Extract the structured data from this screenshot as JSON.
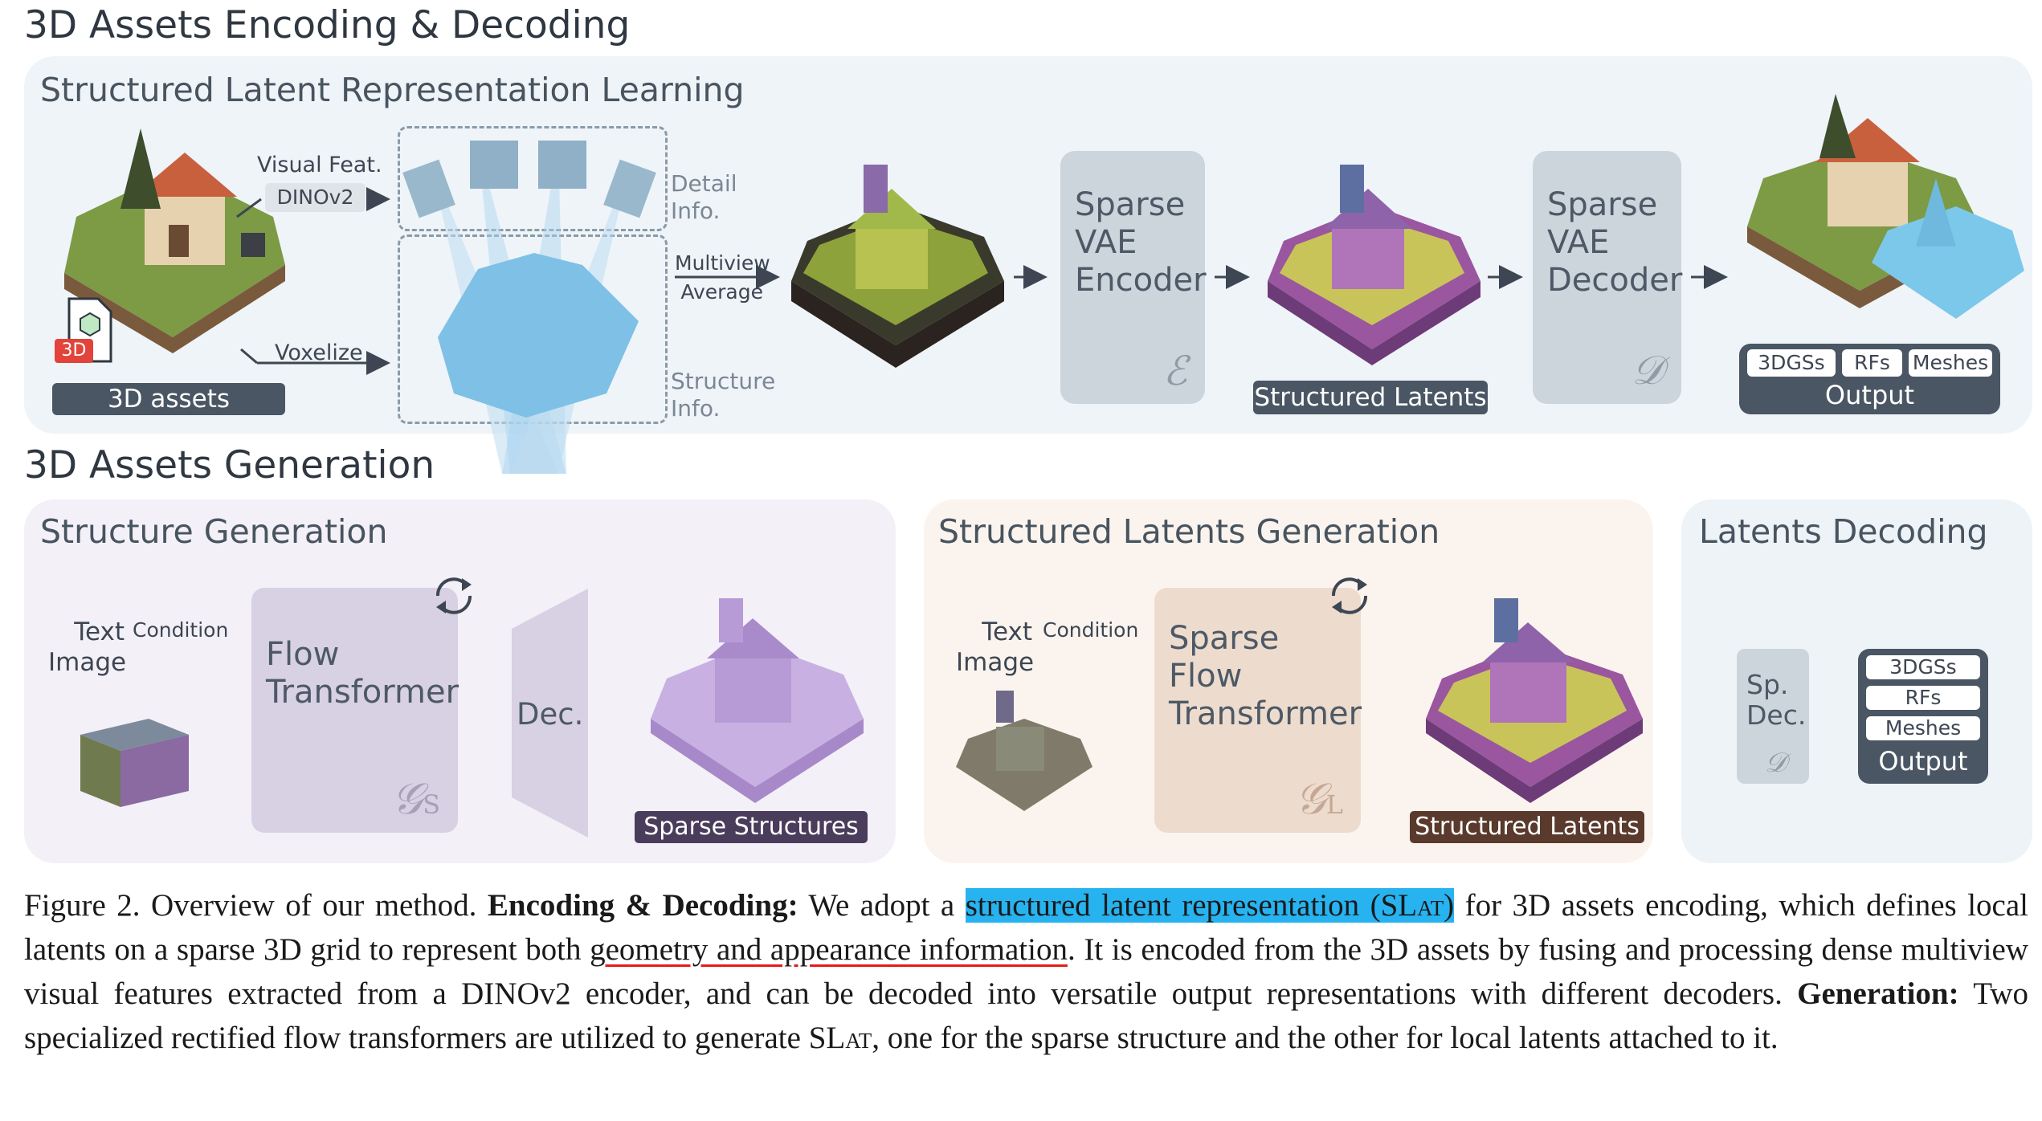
{
  "titles": {
    "encoding_section": "3D Assets Encoding & Decoding",
    "slat_panel": "Structured Latent Representation Learning",
    "generation_section": "3D Assets Generation",
    "structure_panel": "Structure Generation",
    "latents_panel": "Structured Latents Generation",
    "decoding_panel": "Latents Decoding"
  },
  "encoding": {
    "visual_feat": "Visual Feat.",
    "dinov2": "DINOv2",
    "voxelize": "Voxelize",
    "file_badge": "3D",
    "assets_label": "3D assets",
    "detail_info": [
      "Detail",
      "Info."
    ],
    "structure_info": [
      "Structure",
      "Info."
    ],
    "multiview": [
      "Multiview",
      "Average"
    ],
    "encoder": [
      "Sparse",
      "VAE",
      "Encoder"
    ],
    "encoder_symbol": "ℰ",
    "structured_latents": "Structured Latents",
    "decoder": [
      "Sparse",
      "VAE",
      "Decoder"
    ],
    "decoder_symbol": "𝒟",
    "outputs": [
      "3DGSs",
      "RFs",
      "Meshes"
    ],
    "output_label": "Output"
  },
  "structure_gen": {
    "input_text": "Text",
    "input_image": "Image",
    "condition": "Condition",
    "model": [
      "Flow",
      "Transformer"
    ],
    "symbol": "𝒢",
    "symbol_sub": "S",
    "dec": "Dec.",
    "result": "Sparse Structures"
  },
  "latents_gen": {
    "input_text": "Text",
    "input_image": "Image",
    "condition": "Condition",
    "model": [
      "Sparse",
      "Flow",
      "Transformer"
    ],
    "symbol": "𝒢",
    "symbol_sub": "L",
    "result": "Structured Latents"
  },
  "latents_dec": {
    "dec": [
      "Sp.",
      "Dec."
    ],
    "symbol": "𝒟",
    "outputs": [
      "3DGSs",
      "RFs",
      "Meshes"
    ],
    "output_label": "Output"
  },
  "caption": {
    "lead": "Figure 2. Overview of our method. ",
    "bold1": "Encoding & Decoding:",
    "t1": " We adopt a ",
    "highlight_pre": "structured latent representation (SL",
    "highlight_sc": "at",
    "highlight_post": ")",
    "t2": " for 3D assets encoding, which defines local latents on a sparse 3D grid to represent both ",
    "underline": "geometry and appearance information",
    "t3": ". It is encoded from the 3D assets by fusing and processing dense multiview visual features extracted from a DINOv2 encoder, and can be decoded into versatile output representations with different decoders. ",
    "bold2": "Generation:",
    "t4": " Two specialized rectified flow transformers are utilized to generate SL",
    "t4_sc": "at",
    "t5": ", one for the sparse structure and the other for local latents attached to it."
  },
  "colors": {
    "encoding_panel_bg": "#eef4f8",
    "structure_panel_bg": "#f3f0f8",
    "latents_panel_bg": "#fbf4ee",
    "decoding_panel_bg": "#eef3f7",
    "highlight": "#27b3f0",
    "underline": "#e41b1b",
    "label_dark": "#4a5663",
    "label_brown": "#5a3a2c",
    "label_purple": "#4a3d5c"
  }
}
